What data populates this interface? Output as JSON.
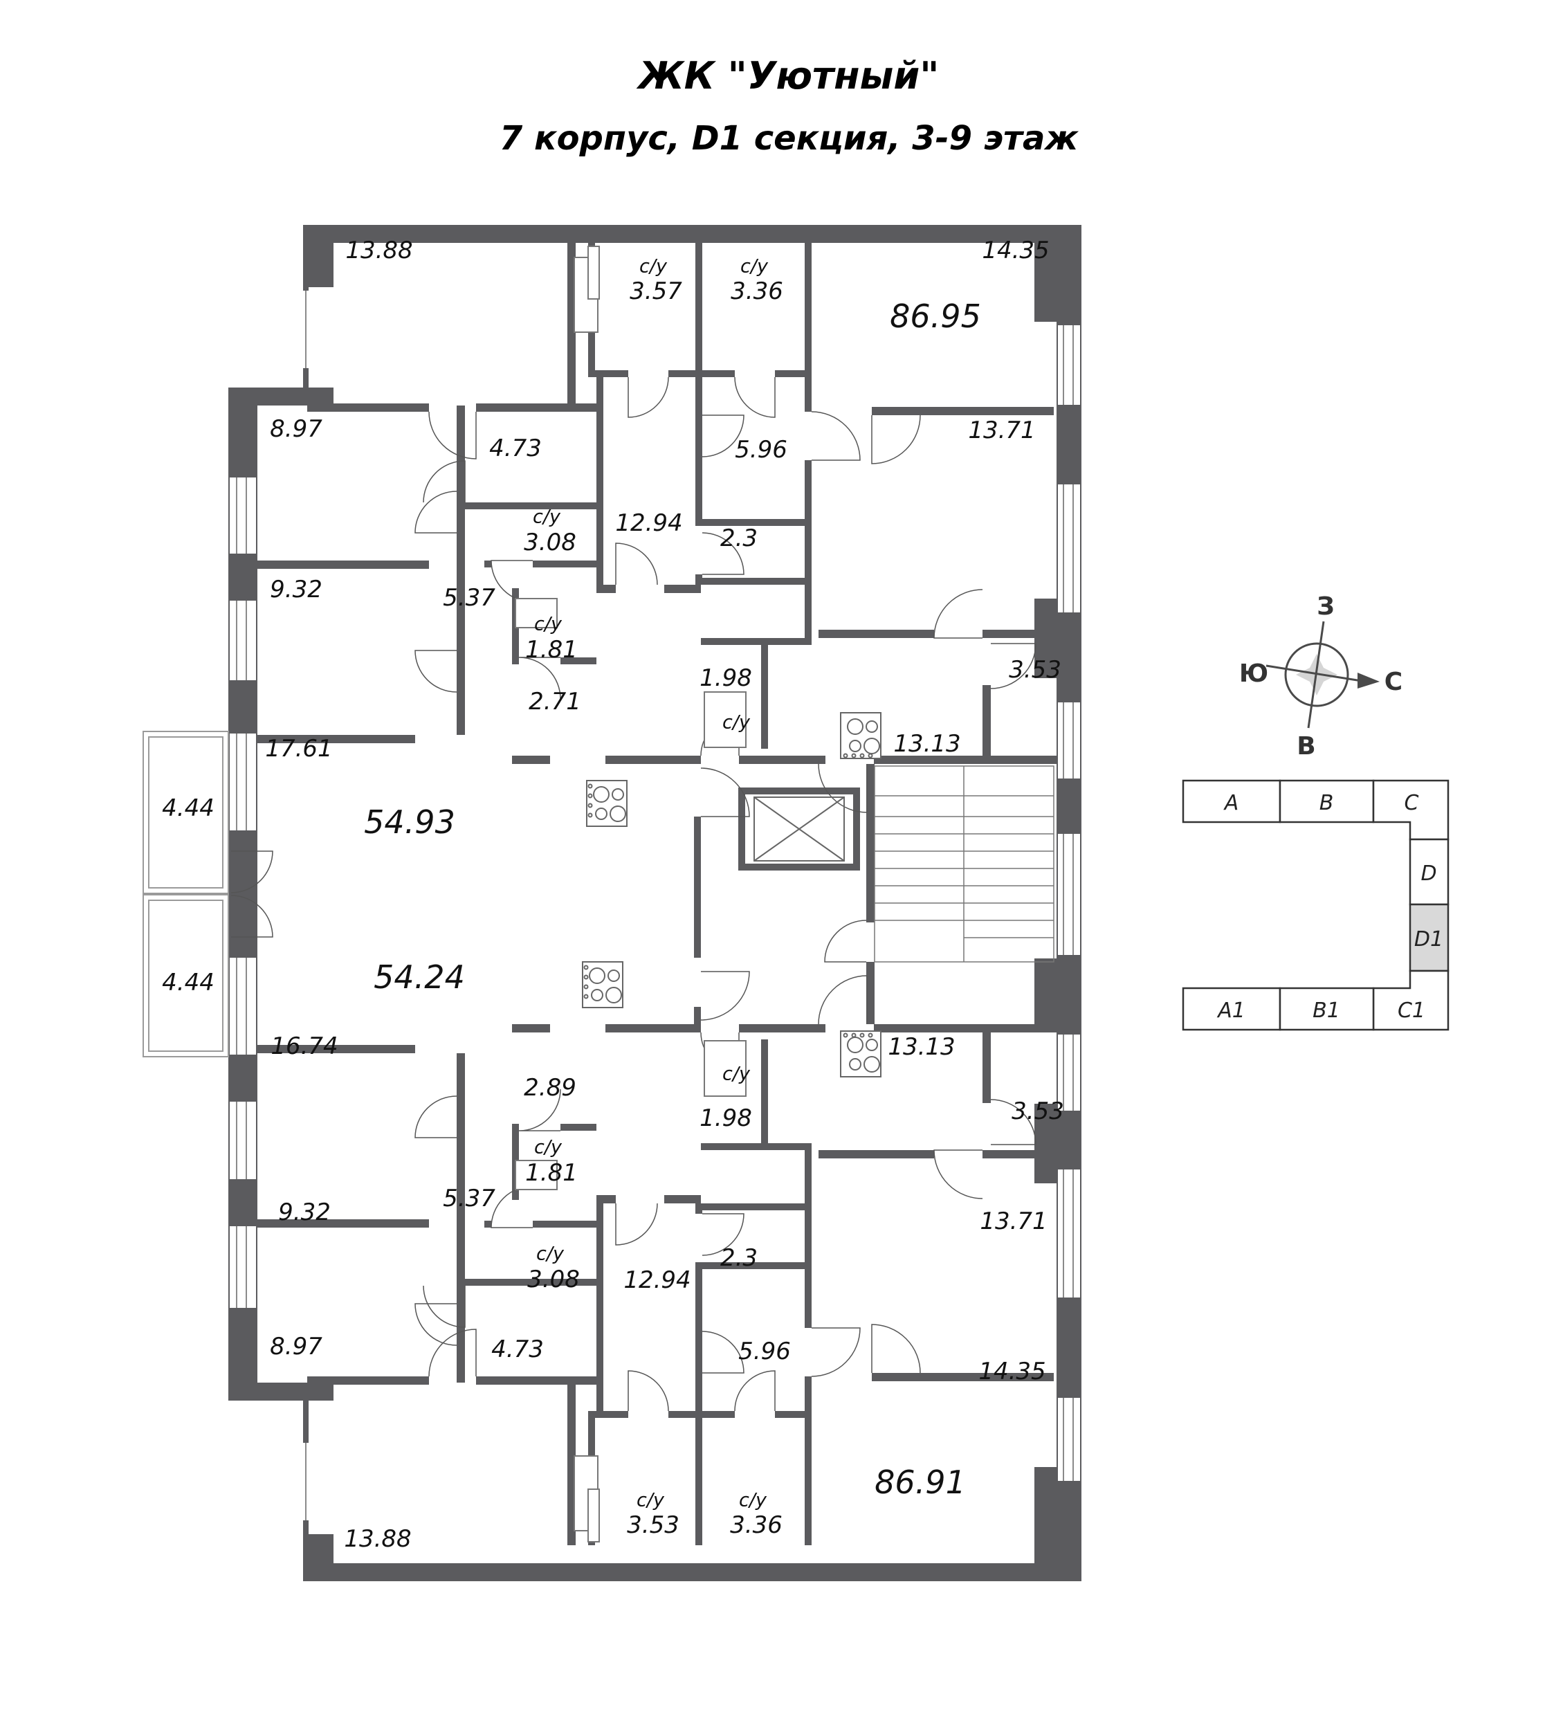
{
  "title": {
    "line1": "ЖК \"Уютный\"",
    "line2": "7 корпус, D1 секция, 3-9 этаж"
  },
  "compass": {
    "top": "З",
    "left": "Ю",
    "right": "С",
    "bottom": "В"
  },
  "section_key": {
    "highlighted": "D1",
    "cells": [
      {
        "label": "A"
      },
      {
        "label": "B"
      },
      {
        "label": "C"
      },
      {
        "label": "D"
      },
      {
        "label": "D1"
      },
      {
        "label": "C1"
      },
      {
        "label": "B1"
      },
      {
        "label": "A1"
      }
    ]
  },
  "colors": {
    "wall": "#5b5b5e",
    "highlight": "#d9d9d9",
    "thin_line": "#888888"
  },
  "rooms": [
    {
      "area": "13.88"
    },
    {
      "type": "с/у",
      "area": "3.57"
    },
    {
      "type": "с/у",
      "area": "3.36"
    },
    {
      "area": "14.35"
    },
    {
      "area": "86.95"
    },
    {
      "area": "8.97"
    },
    {
      "area": "4.73"
    },
    {
      "area": "5.96"
    },
    {
      "area": "13.71"
    },
    {
      "type": "с/у",
      "area": "3.08"
    },
    {
      "area": "12.94"
    },
    {
      "area": "9.32"
    },
    {
      "area": "5.37"
    },
    {
      "area": "2.3"
    },
    {
      "type": "с/у",
      "area": "1.81"
    },
    {
      "area": "2.71"
    },
    {
      "area": "1.98"
    },
    {
      "type": "с/у"
    },
    {
      "area": "3.53"
    },
    {
      "area": "13.13"
    },
    {
      "area": "17.61"
    },
    {
      "area": "4.44"
    },
    {
      "area": "54.93"
    },
    {
      "area": "4.44"
    },
    {
      "area": "54.24"
    },
    {
      "area": "13.13"
    },
    {
      "type": "с/у"
    },
    {
      "area": "1.98"
    },
    {
      "area": "3.53"
    },
    {
      "area": "16.74"
    },
    {
      "area": "2.89"
    },
    {
      "type": "с/у",
      "area": "1.81"
    },
    {
      "area": "5.37"
    },
    {
      "area": "9.32"
    },
    {
      "type": "с/у",
      "area": "3.08"
    },
    {
      "area": "12.94"
    },
    {
      "area": "2.3"
    },
    {
      "area": "13.71"
    },
    {
      "area": "8.97"
    },
    {
      "area": "4.73"
    },
    {
      "area": "5.96"
    },
    {
      "area": "14.35"
    },
    {
      "area": "86.91"
    },
    {
      "area": "13.88"
    },
    {
      "type": "с/у",
      "area": "3.53"
    },
    {
      "type": "с/у",
      "area": "3.36"
    }
  ]
}
